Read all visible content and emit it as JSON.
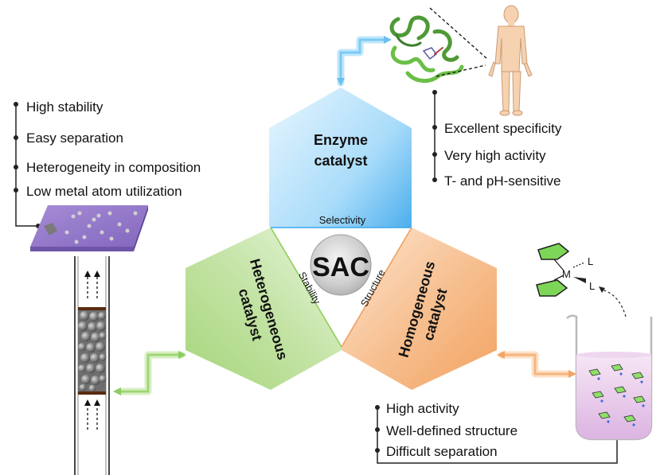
{
  "center": {
    "label": "SAC",
    "edges": {
      "top": "Selectivity",
      "left": "Stability",
      "right": "Structure"
    }
  },
  "enzyme": {
    "title_line1": "Enzyme",
    "title_line2": "catalyst",
    "properties": [
      "Excellent specificity",
      "Very high activity",
      "T- and pH-sensitive"
    ],
    "color": "#3aa7ef"
  },
  "heterogeneous": {
    "title_line1": "Heterogeneous",
    "title_line2": "catalyst",
    "properties": [
      "High stability",
      "Easy separation",
      "Heterogeneity in composition",
      "Low metal atom utilization"
    ],
    "color": "#9bcf6a"
  },
  "homogeneous": {
    "title_line1": "Homogeneous",
    "title_line2": "catalyst",
    "properties": [
      "High activity",
      "Well-defined structure",
      "Difficult separation"
    ],
    "color": "#f3a86a"
  },
  "complex": {
    "metal": "M",
    "ligand1": "L",
    "ligand2": "L"
  }
}
